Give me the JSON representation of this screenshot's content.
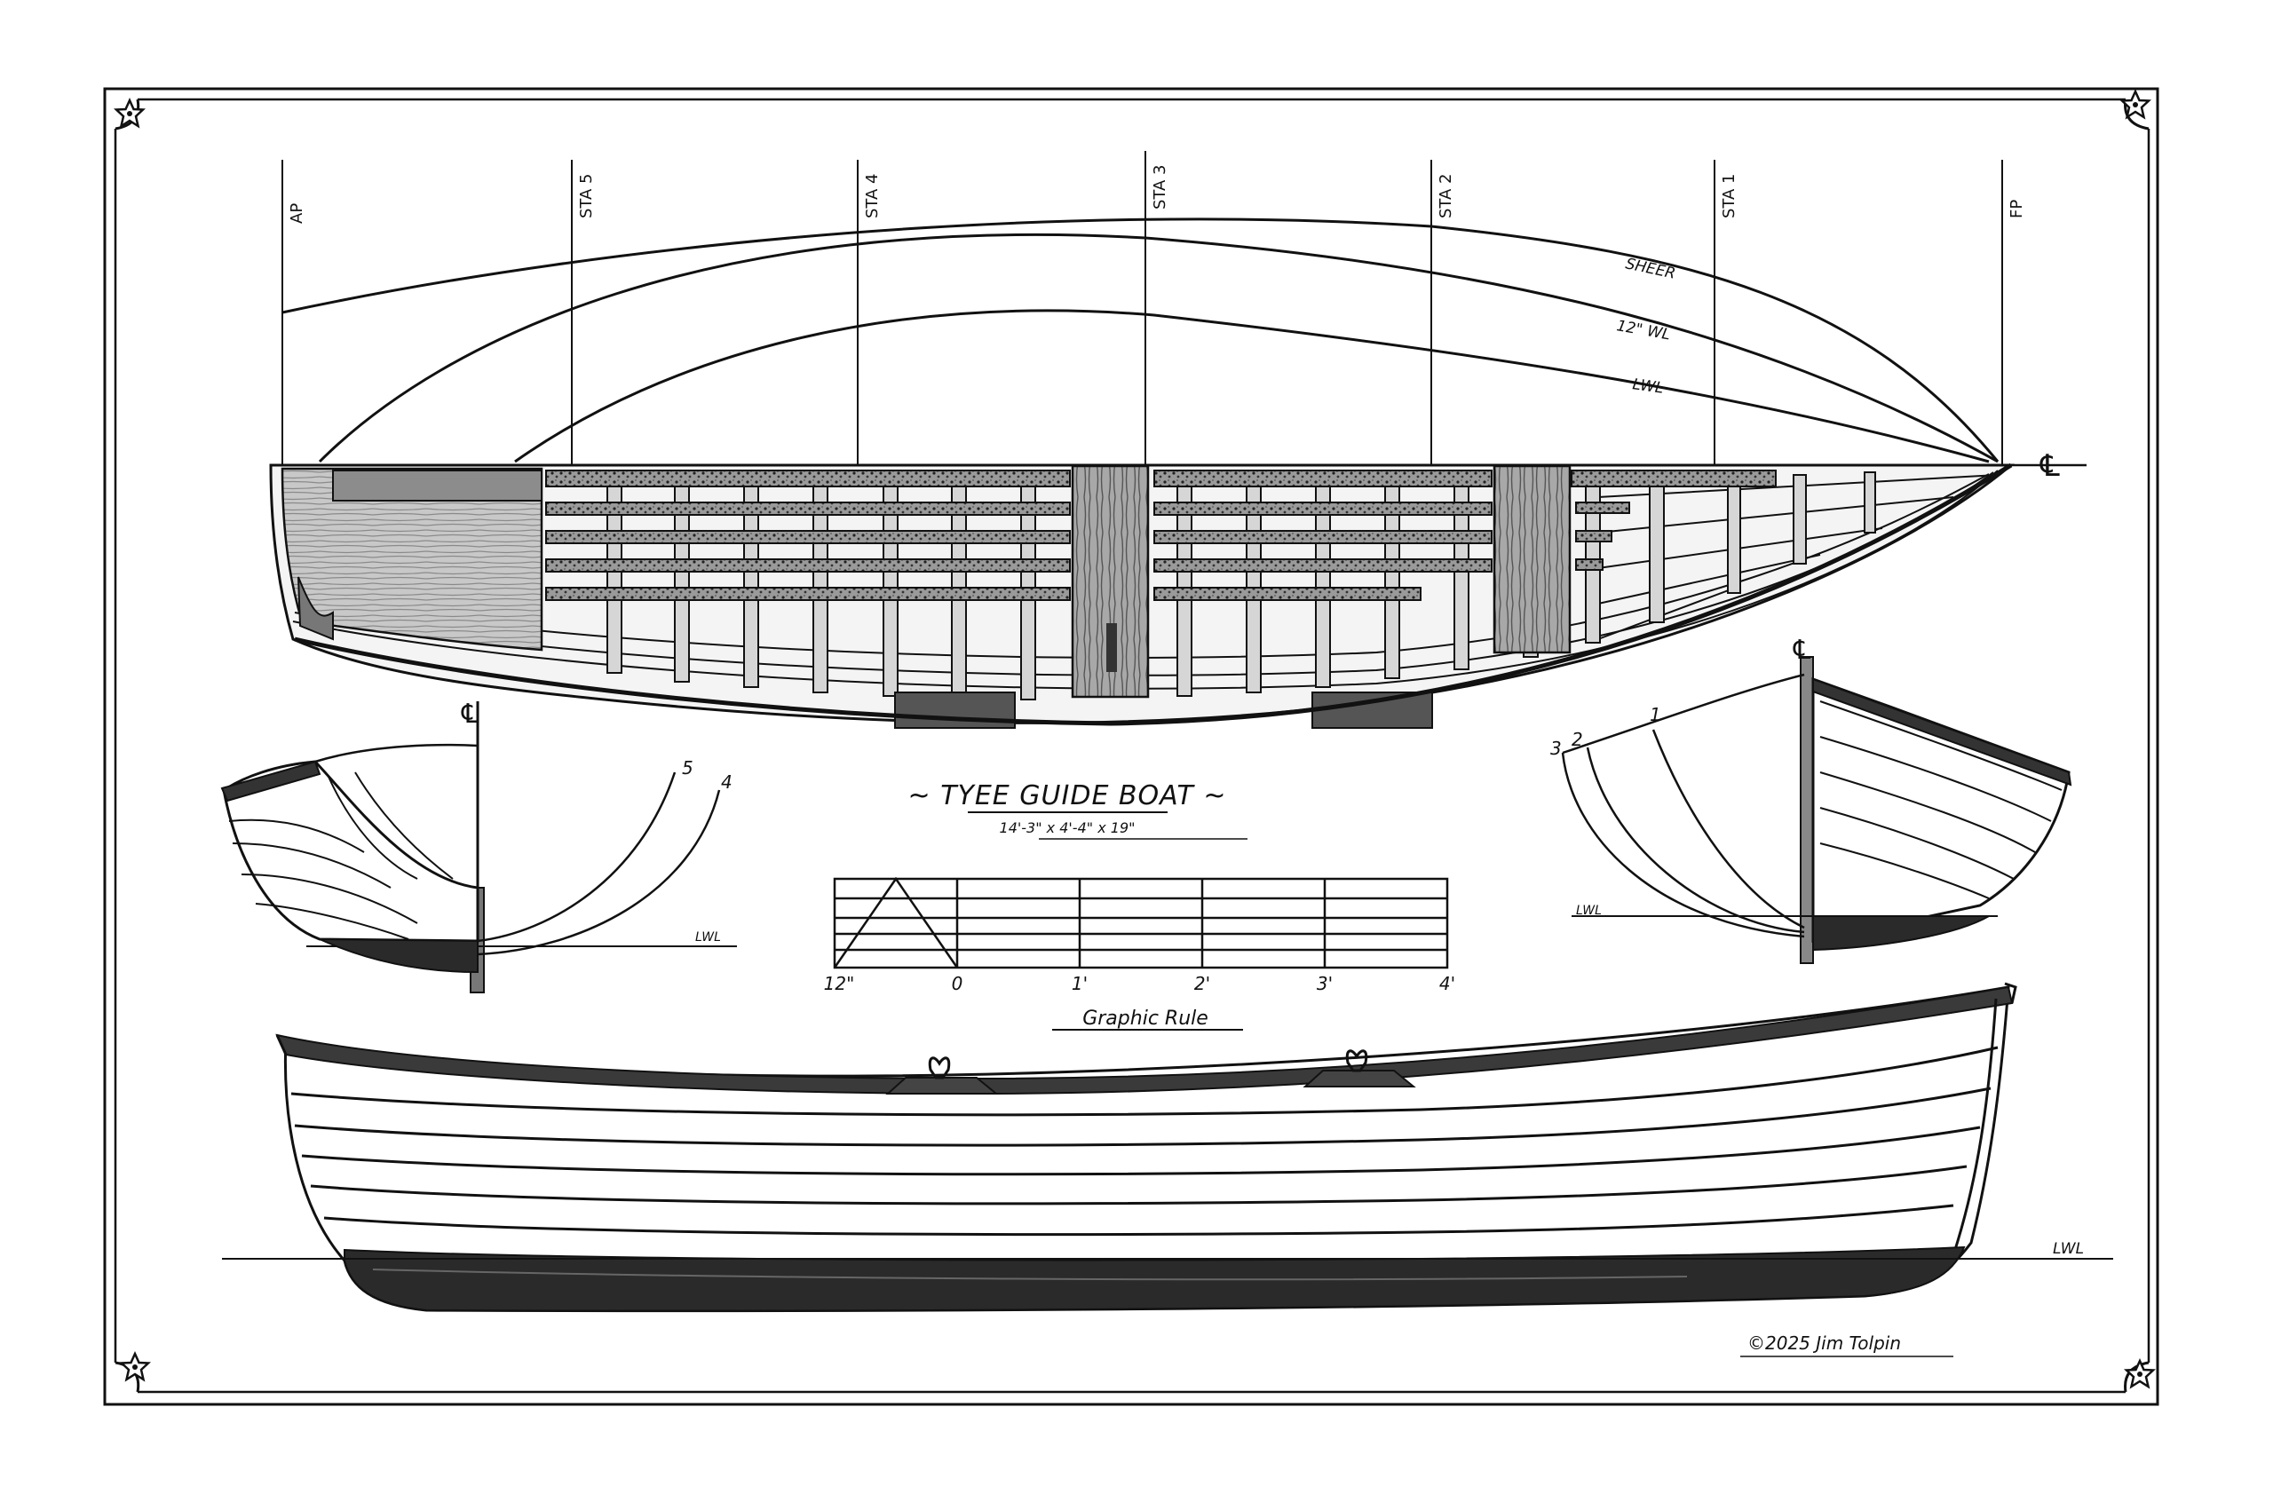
{
  "title": "~ TYEE GUIDE BOAT ~",
  "dimensions": "14'-3\" x 4'-4\" x 19\"",
  "stations": {
    "ap": "AP",
    "sta5": "STA 5",
    "sta4": "STA 4",
    "sta3": "STA 3",
    "sta2": "STA 2",
    "sta1": "STA 1",
    "fp": "FP"
  },
  "plan_lines": {
    "sheer": "SHEER",
    "wl12": "12\" WL",
    "lwl": "LWL"
  },
  "centerline_symbol": "℄",
  "aft_section": {
    "labels": [
      "5",
      "4"
    ],
    "lwl": "LWL"
  },
  "fwd_section": {
    "labels": [
      "3",
      "2",
      "1"
    ],
    "lwl": "LWL"
  },
  "graphic_rule": {
    "caption": "Graphic Rule",
    "ticks": [
      "12\"",
      "0",
      "1'",
      "2'",
      "3'",
      "4'"
    ]
  },
  "profile": {
    "lwl": "LWL"
  },
  "copyright": "©2025  Jim Tolpin",
  "colors": {
    "ink": "#111111",
    "paper": "#ffffff",
    "shade": "#2a2a2a",
    "wood": "#6b6b6b"
  }
}
